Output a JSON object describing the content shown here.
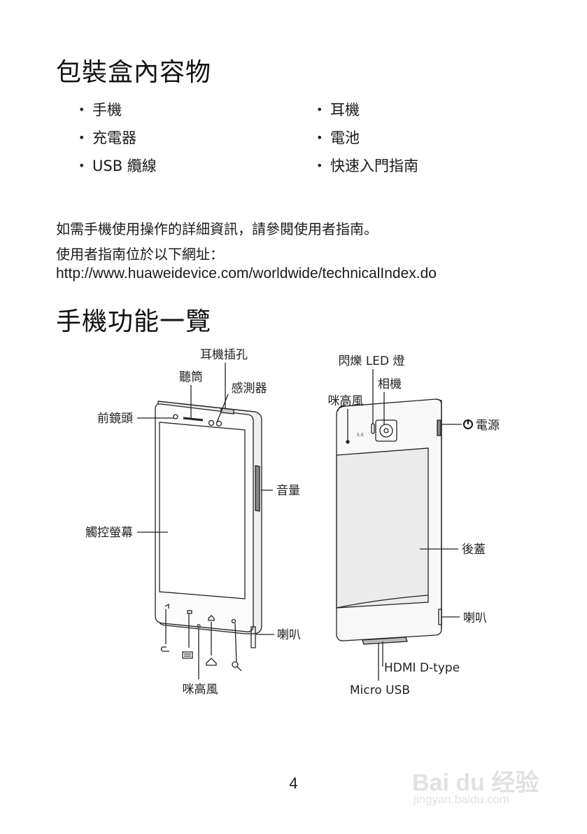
{
  "box_contents": {
    "title": "包裝盒內容物",
    "left_items": [
      "手機",
      "充電器",
      "USB 纜線"
    ],
    "right_items": [
      "耳機",
      "電池",
      "快速入門指南"
    ]
  },
  "info": {
    "line1": "如需手機使用操作的詳細資訊，請參閱使用者指南。",
    "line2": "使用者指南位於以下網址：",
    "url": "http://www.huaweidevice.com/worldwide/technicalIndex.do"
  },
  "overview": {
    "title": "手機功能一覽",
    "front_labels": {
      "headset_jack": "耳機插孔",
      "earpiece": "聽筒",
      "sensor": "感測器",
      "front_camera": "前鏡頭",
      "volume": "音量",
      "touchscreen": "觸控螢幕",
      "speaker": "喇叭",
      "microphone": "咪高風"
    },
    "back_labels": {
      "flash": "閃爍 LED 燈",
      "camera": "相機",
      "microphone": "咪高風",
      "power": "電源",
      "back_cover": "後蓋",
      "speaker": "喇叭",
      "hdmi": "HDMI D-type",
      "micro_usb": "Micro USB",
      "camera_mark": "5.0"
    }
  },
  "page_number": "4",
  "watermark": {
    "brand": "Bai du 经验",
    "url": "jingyan.baidu.com"
  }
}
